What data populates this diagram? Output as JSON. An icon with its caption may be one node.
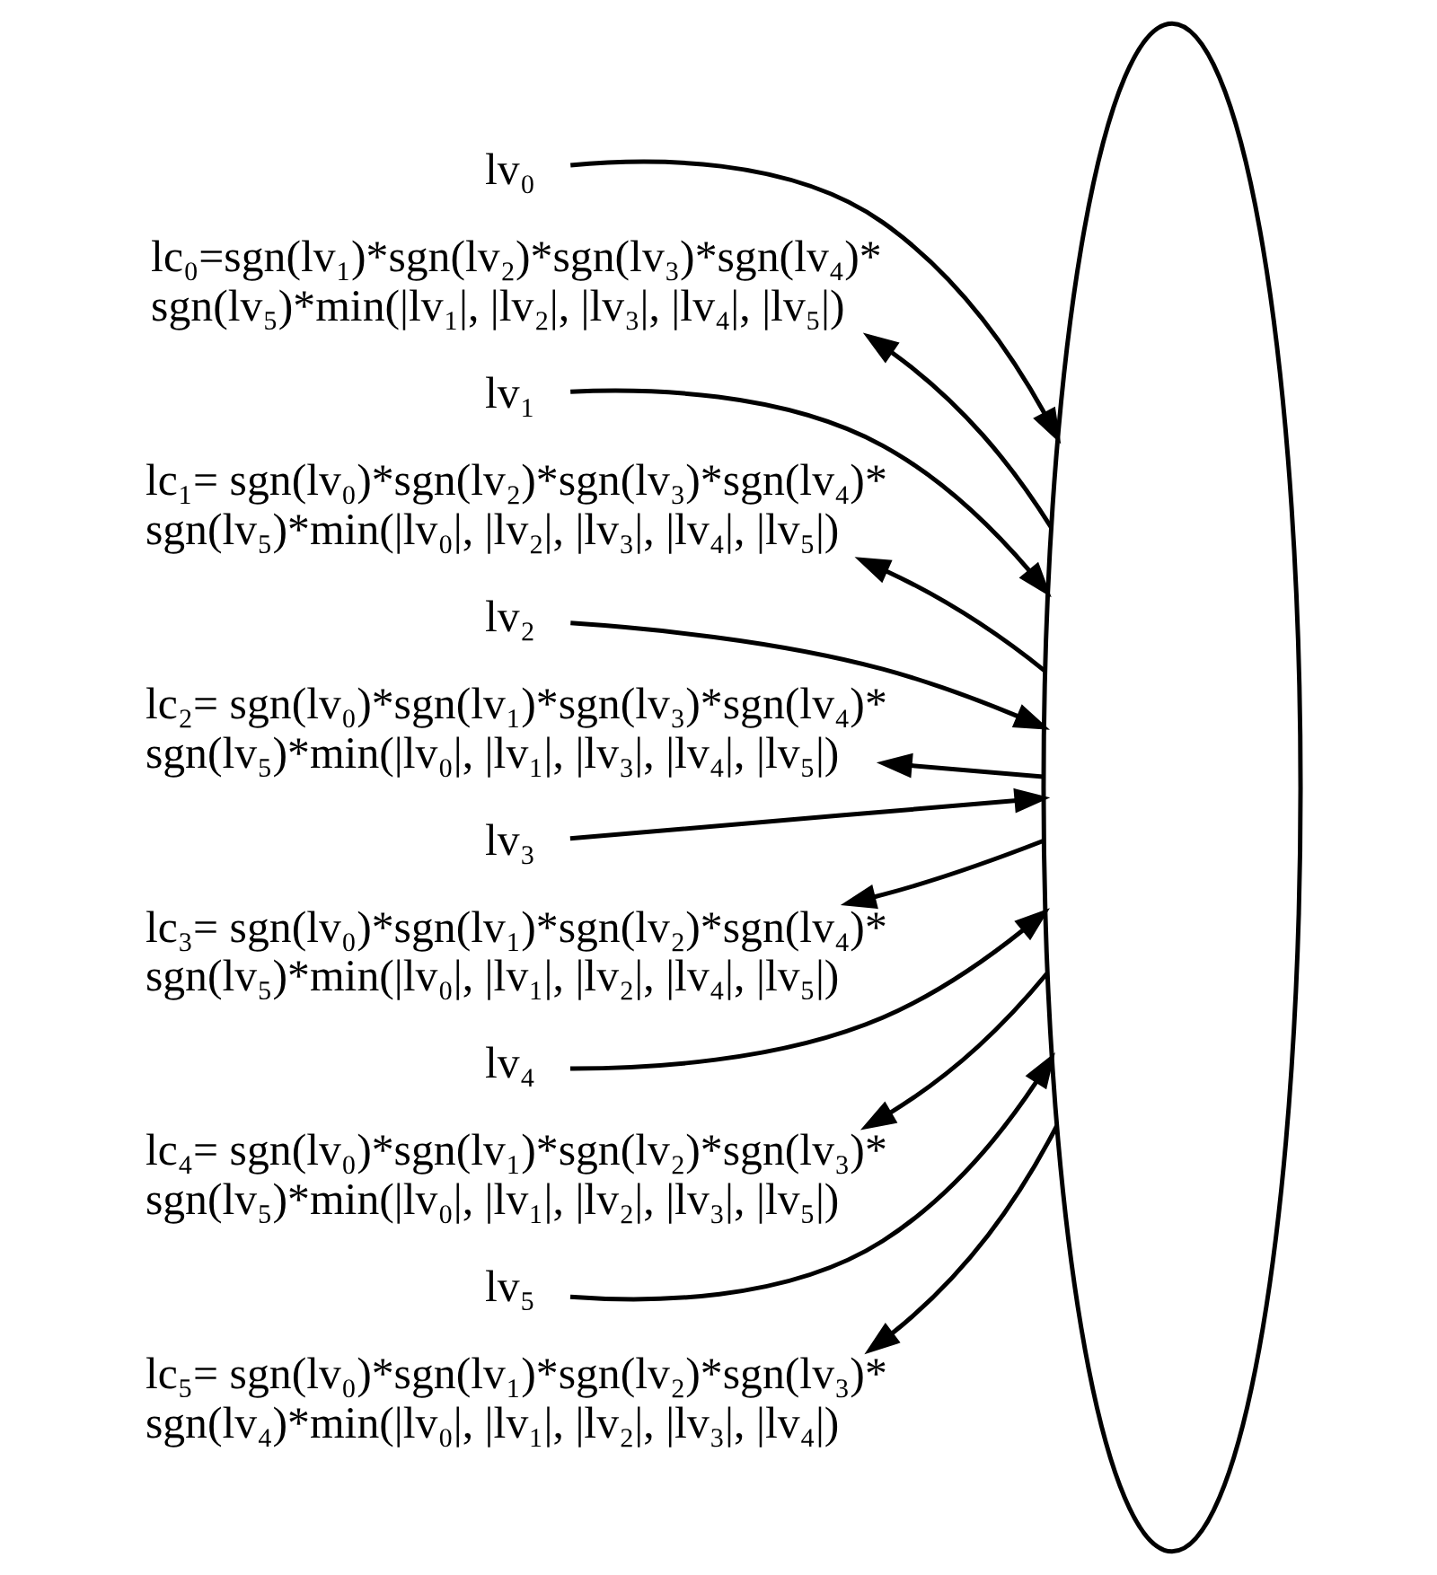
{
  "diagram": {
    "nodes": [
      {
        "text": [
          "lv₀"
        ]
      },
      {
        "text": [
          "lc₀=sgn(lv₁)*sgn(lv₂)*sgn(lv₃)*sgn(lv₄)* sgn(lv₅)*min(|lv₁|, |lv₂|, |lv₃|, |lv₄|, |lv₅|)"
        ]
      },
      {
        "text": [
          "lv₁"
        ]
      },
      {
        "text": [
          "lc₁= sgn(lv₀)*sgn(lv₂)*sgn(lv₃)*sgn(lv₄)* sgn(lv₅)*min(|lv₀|, |lv₂|, |lv₃|, |lv₄|, |lv₅|)"
        ]
      },
      {
        "text": [
          "lv₂"
        ]
      },
      {
        "text": [
          "lc₂= sgn(lv₀)*sgn(lv₁)*sgn(lv₃)*sgn(lv₄)* sgn(lv₅)*min(|lv₀|, |lv₁|, |lv₃|, |lv₄|, |lv₅|)"
        ]
      },
      {
        "text": [
          "lv₃"
        ]
      },
      {
        "text": [
          "lc₃= sgn(lv₀)*sgn(lv₁)*sgn(lv₂)*sgn(lv₄)* sgn(lv₅)*min(|lv₀|, |lv₁|, |lv₂|, |lv₄|, |lv₅|)"
        ]
      },
      {
        "text": [
          "lv₄"
        ]
      },
      {
        "text": [
          "lc₄= sgn(lv₀)*sgn(lv₁)*sgn(lv₂)*sgn(lv₃)* sgn(lv₅)*min(|lv₀|, |lv₁|, |lv₂|, |lv₃|, |lv₅|)"
        ]
      },
      {
        "text": [
          "lv₅"
        ]
      },
      {
        "text": [
          "lc₅= sgn(lv₀)*sgn(lv₁)*sgn(lv₂)*sgn(lv₃)* sgn(lv₄)*min(|lv₀|, |lv₁|, |lv₂|, |lv₃|, |lv₄|)"
        ]
      },
      {
        "text": [],
        "shape": "ellipse"
      }
    ],
    "edges": [
      {
        "from": 0,
        "to": 12,
        "arrow": "to"
      },
      {
        "from": 12,
        "to": 1,
        "arrow": "to"
      },
      {
        "from": 2,
        "to": 12,
        "arrow": "to"
      },
      {
        "from": 12,
        "to": 3,
        "arrow": "to"
      },
      {
        "from": 4,
        "to": 12,
        "arrow": "to"
      },
      {
        "from": 12,
        "to": 5,
        "arrow": "to"
      },
      {
        "from": 6,
        "to": 12,
        "arrow": "to"
      },
      {
        "from": 12,
        "to": 7,
        "arrow": "to"
      },
      {
        "from": 8,
        "to": 12,
        "arrow": "to"
      },
      {
        "from": 12,
        "to": 9,
        "arrow": "to"
      },
      {
        "from": 10,
        "to": 12,
        "arrow": "to"
      },
      {
        "from": 12,
        "to": 11,
        "arrow": "to"
      }
    ]
  }
}
